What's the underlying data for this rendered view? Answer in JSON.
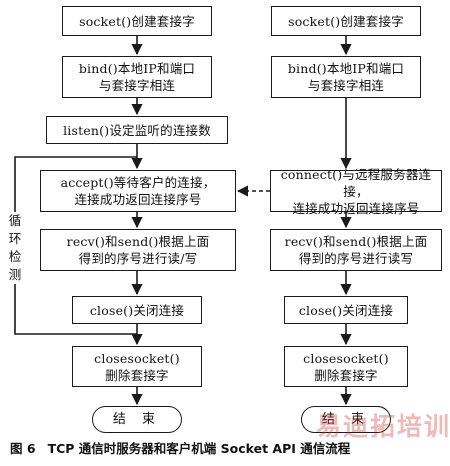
{
  "diagram": {
    "server": {
      "socket": "socket()创建套接字",
      "bind": "bind()本地IP和端口\n与套接字相连",
      "listen": "listen()设定监听的连接数",
      "accept": "accept()等待客户的连接，\n连接成功返回连接序号",
      "recv_send": "recv()和send()根据上面\n得到的序号进行读/写",
      "close": "close()关闭连接",
      "closesocket": "closesocket()\n删除套接字",
      "end": "结 束"
    },
    "client": {
      "socket": "socket()创建套接字",
      "bind": "bind()本地IP和端口\n与套接字相连",
      "connect": "connect()与远程服务器连接，\n连接成功返回连接序号",
      "recv_send": "recv()和send()根据上面\n得到的序号进行读写",
      "close": "close()关闭连接",
      "closesocket": "closesocket()\n删除套接字",
      "end": "结 束"
    },
    "loop_label": "循\n环\n检\n测"
  },
  "caption": {
    "figure_no": "图 6",
    "text": "TCP 通信时服务器和客户机端 Socket API 通信流程"
  },
  "watermark": {
    "text": "易迪拓培训"
  }
}
